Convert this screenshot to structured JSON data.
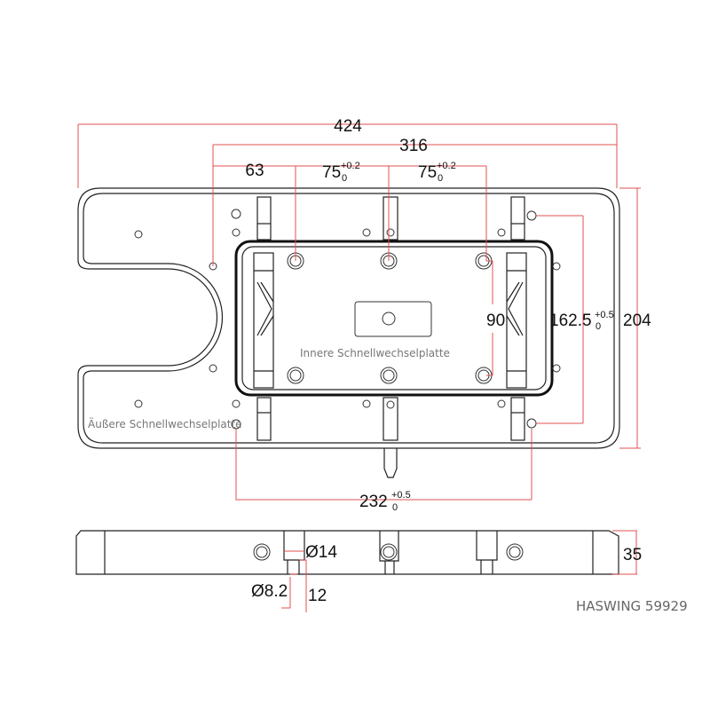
{
  "drawing": {
    "labels": {
      "inner_plate": "Innere Schnellwechselplatte",
      "outer_plate": "Äußere Schnellwechselplatte"
    },
    "dimensions": {
      "overall_length": "424",
      "hole_span_316": "316",
      "offset_63": "63",
      "pitch_a": {
        "value": "75",
        "upper": "+0.2",
        "lower": "0"
      },
      "pitch_b": {
        "value": "75",
        "upper": "+0.2",
        "lower": "0"
      },
      "inner_height": "90",
      "hole_height": {
        "value": "162.5",
        "upper": "+0.5",
        "lower": "0"
      },
      "overall_width": "204",
      "hole_width": {
        "value": "232",
        "upper": "+0.5",
        "lower": "0"
      },
      "counterbore_dia": "Ø14",
      "bore_dia": "Ø8.2",
      "counterbore_depth": "12",
      "thickness": "35"
    },
    "brand": "HASWING 59929",
    "colors": {
      "dimension": "#e05050",
      "outline": "#222222"
    }
  }
}
